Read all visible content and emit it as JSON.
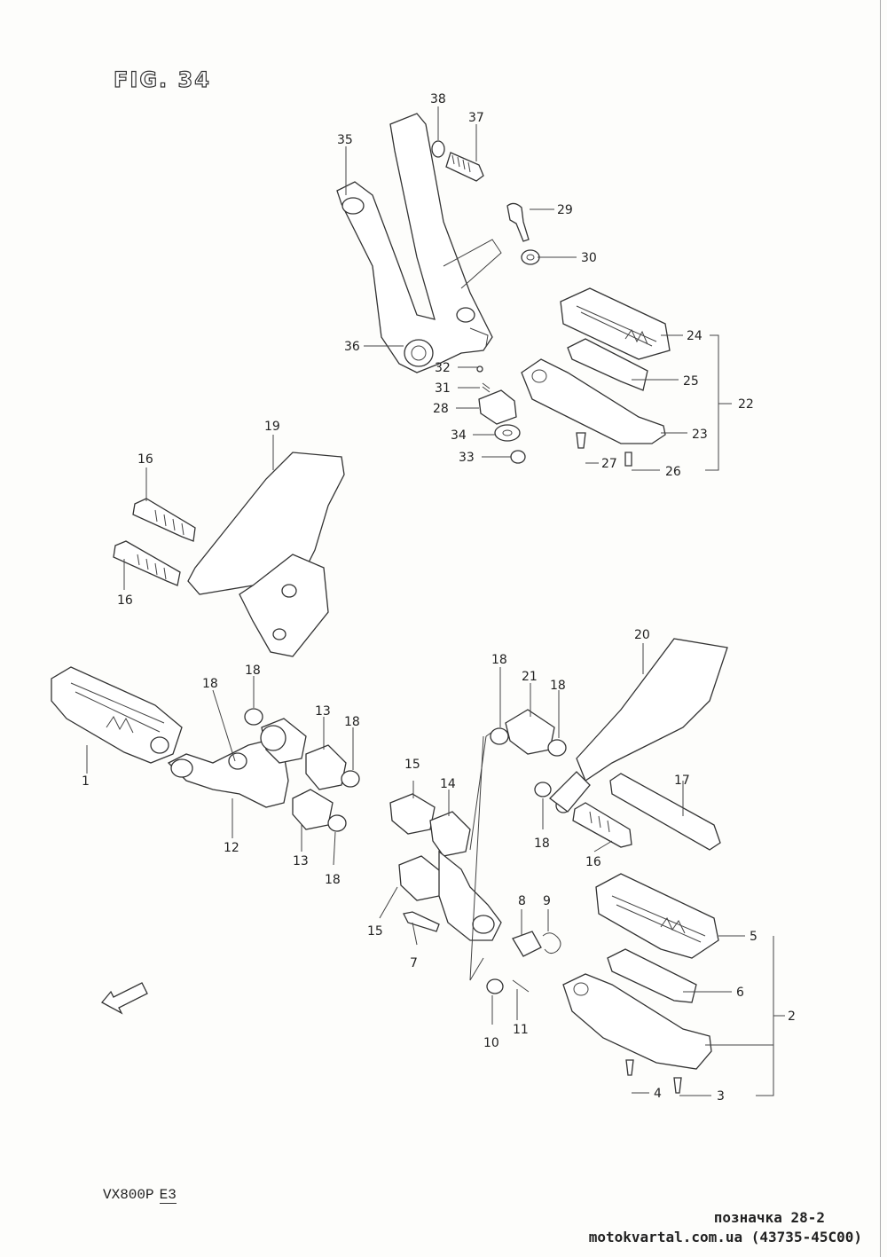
{
  "figure": {
    "title": "FIG. 34"
  },
  "model": {
    "code": "VX800P",
    "region": "E3"
  },
  "footer": {
    "line1": "позначка 28-2",
    "line2": "motokvartal.com.ua (43735-45C00)"
  },
  "callouts": {
    "c1": "1",
    "c2": "2",
    "c3": "3",
    "c4": "4",
    "c5": "5",
    "c6": "6",
    "c7": "7",
    "c8": "8",
    "c9": "9",
    "c10": "10",
    "c11": "11",
    "c12": "12",
    "c13a": "13",
    "c13b": "13",
    "c14": "14",
    "c15a": "15",
    "c15b": "15",
    "c16a": "16",
    "c16b": "16",
    "c16c": "16",
    "c17": "17",
    "c18a": "18",
    "c18b": "18",
    "c18c": "18",
    "c18d": "18",
    "c18e": "18",
    "c18f": "18",
    "c18g": "18",
    "c19": "19",
    "c20": "20",
    "c21": "21",
    "c22": "22",
    "c23": "23",
    "c24": "24",
    "c25": "25",
    "c26": "26",
    "c27": "27",
    "c28": "28",
    "c29": "29",
    "c30": "30",
    "c31": "31",
    "c32": "32",
    "c33": "33",
    "c34": "34",
    "c35": "35",
    "c36": "36",
    "c37": "37",
    "c38": "38"
  }
}
